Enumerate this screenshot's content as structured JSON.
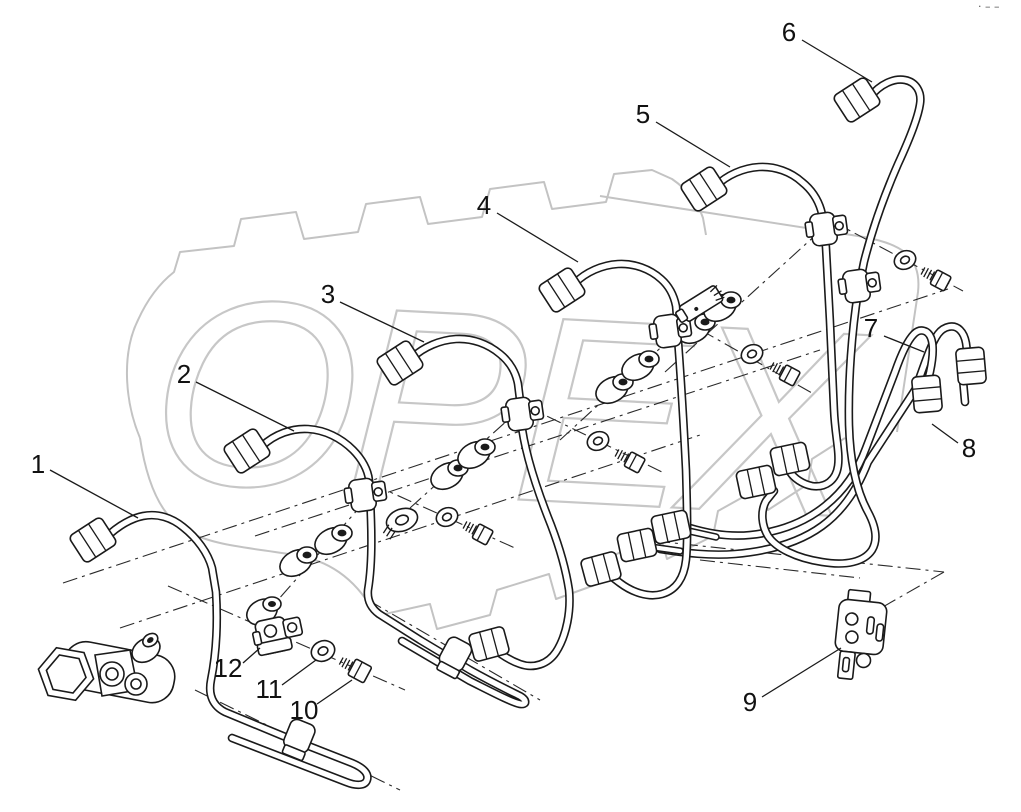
{
  "watermark": {
    "text": "OPEX"
  },
  "corner_mark": "· – –",
  "callouts": [
    {
      "label": "1"
    },
    {
      "label": "2"
    },
    {
      "label": "3"
    },
    {
      "label": "4"
    },
    {
      "label": "5"
    },
    {
      "label": "6"
    },
    {
      "label": "7"
    },
    {
      "label": "8"
    },
    {
      "label": "9"
    },
    {
      "label": "10"
    },
    {
      "label": "11"
    },
    {
      "label": "12"
    }
  ]
}
